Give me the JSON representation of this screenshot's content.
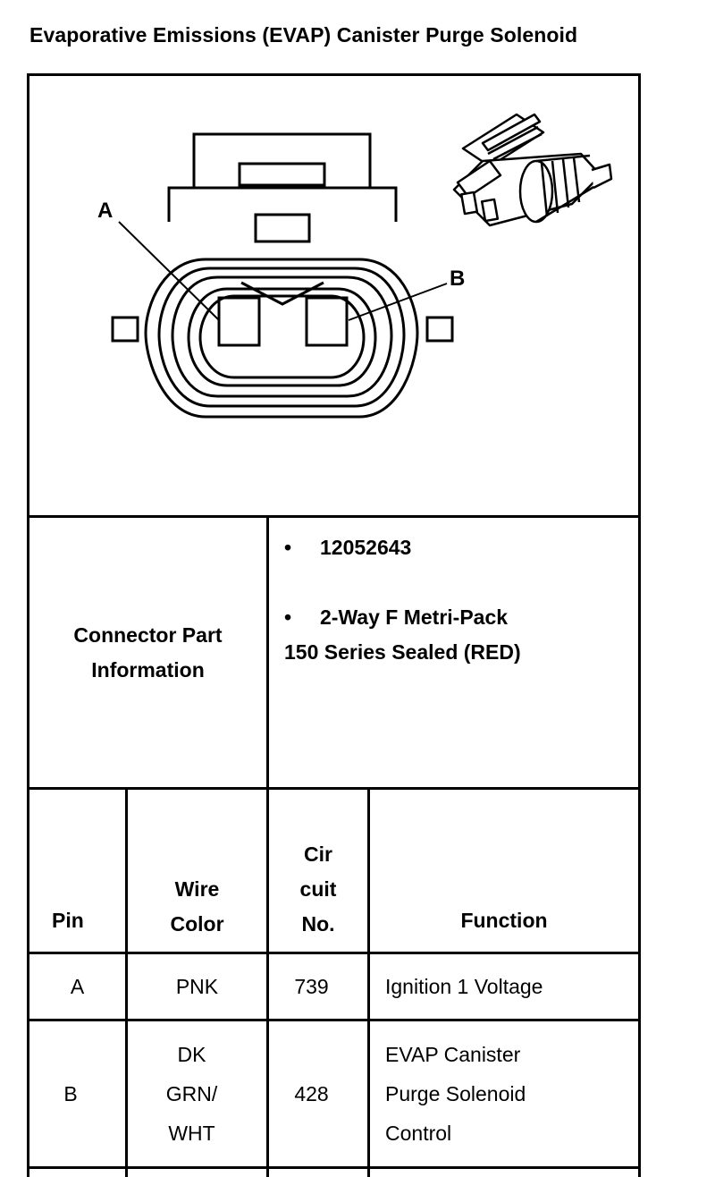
{
  "title": "Evaporative Emissions (EVAP) Canister Purge Solenoid",
  "diagram": {
    "pin_label_a": "A",
    "pin_label_b": "B"
  },
  "connector_info": {
    "label_line1": "Connector Part",
    "label_line2": "Information",
    "bullet_symbol": "•",
    "part_number": "12052643",
    "description_line1": "2-Way F Metri-Pack",
    "description_line2": "150 Series Sealed (RED)"
  },
  "table": {
    "headers": {
      "pin": "Pin",
      "wire_color_line1": "Wire",
      "wire_color_line2": "Color",
      "circuit_line1": "Cir",
      "circuit_line2": "cuit",
      "circuit_line3": "No.",
      "function": "Function"
    },
    "rows": [
      {
        "pin": "A",
        "wire_lines": [
          "PNK"
        ],
        "circuit": "739",
        "function_lines": [
          "Ignition 1 Voltage"
        ]
      },
      {
        "pin": "B",
        "wire_lines": [
          "DK",
          "GRN/",
          "WHT"
        ],
        "circuit": "428",
        "function_lines": [
          "EVAP Canister",
          "Purge Solenoid",
          "Control"
        ]
      }
    ]
  }
}
